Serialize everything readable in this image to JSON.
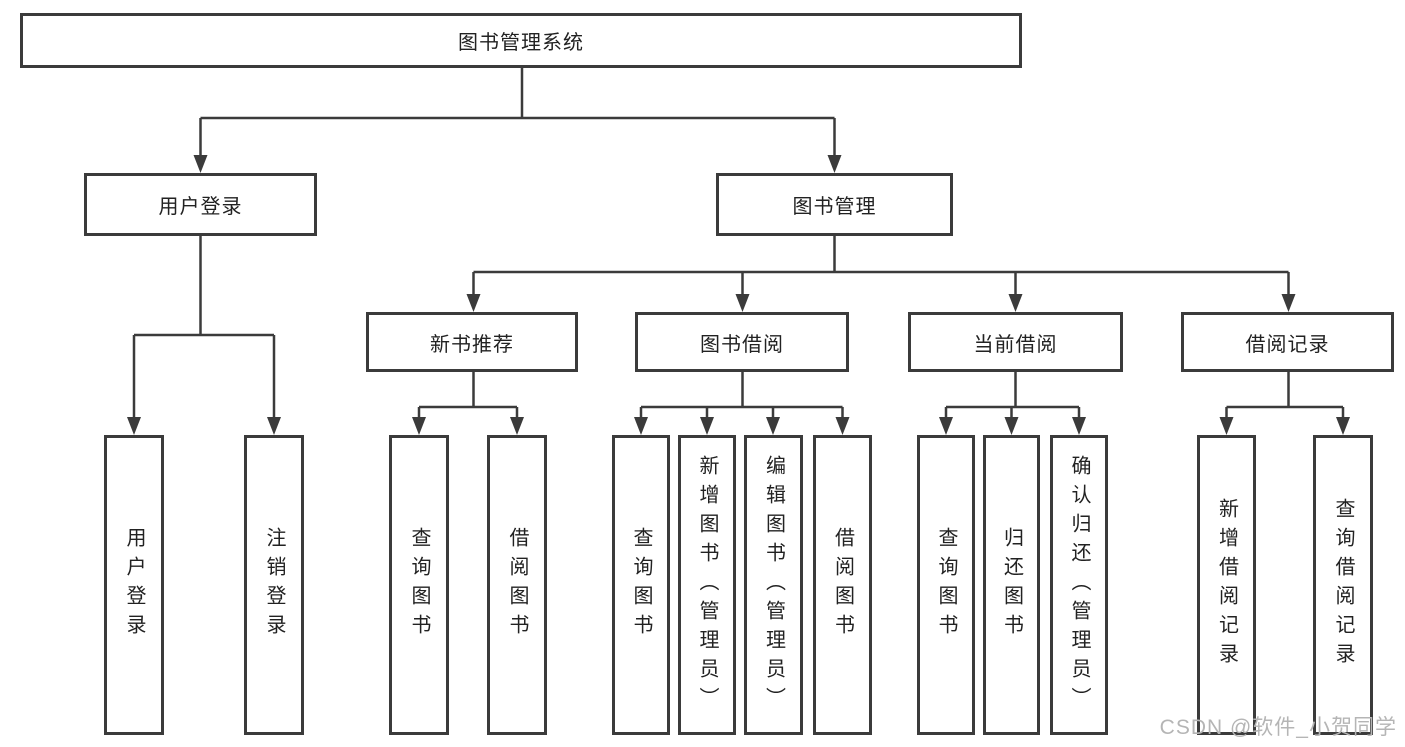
{
  "tree": {
    "root": {
      "label": "图书管理系统"
    },
    "level2": [
      {
        "label": "用户登录"
      },
      {
        "label": "图书管理"
      }
    ],
    "level3": [
      {
        "label": "新书推荐"
      },
      {
        "label": "图书借阅"
      },
      {
        "label": "当前借阅"
      },
      {
        "label": "借阅记录"
      }
    ],
    "leaves": [
      {
        "label": "用户登录"
      },
      {
        "label": "注销登录"
      },
      {
        "label": "查询图书"
      },
      {
        "label": "借阅图书"
      },
      {
        "label": "查询图书"
      },
      {
        "label": "新增图书（管理员）"
      },
      {
        "label": "编辑图书（管理员）"
      },
      {
        "label": "借阅图书"
      },
      {
        "label": "查询图书"
      },
      {
        "label": "归还图书"
      },
      {
        "label": "确认归还（管理员）"
      },
      {
        "label": "新增借阅记录"
      },
      {
        "label": "查询借阅记录"
      }
    ]
  },
  "watermark": {
    "text": "CSDN @软件_小贺同学"
  },
  "colors": {
    "line": "#3b3b3b",
    "text": "#222222",
    "watermark": "#b5b5b5",
    "background": "#ffffff"
  }
}
